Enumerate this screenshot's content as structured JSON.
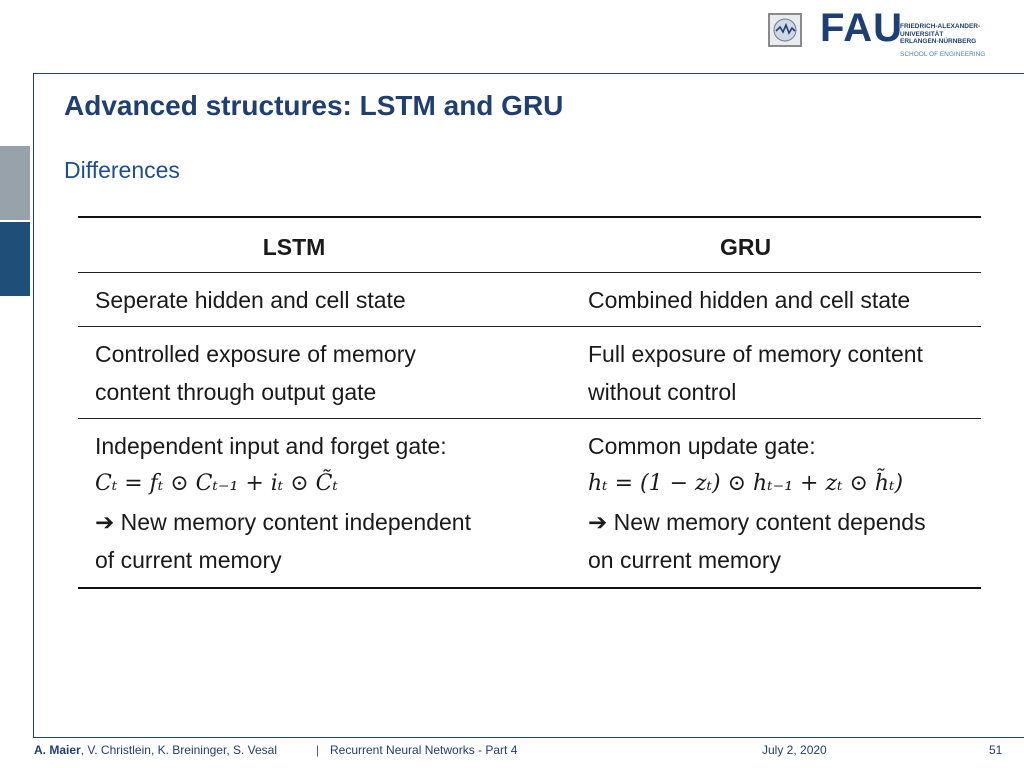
{
  "header": {
    "logo_text": "FAU",
    "university_lines": [
      "FRIEDRICH-ALEXANDER-",
      "UNIVERSITÄT",
      "ERLANGEN-NÜRNBERG"
    ],
    "school": "SCHOOL OF ENGINEERING"
  },
  "slide": {
    "title": "Advanced structures: LSTM and GRU",
    "subtitle": "Differences"
  },
  "table": {
    "headers": [
      "LSTM",
      "GRU"
    ],
    "rows": [
      {
        "lstm": [
          "Seperate hidden and cell state"
        ],
        "gru": [
          "Combined hidden and cell state"
        ]
      },
      {
        "lstm": [
          "Controlled exposure of memory",
          "content through output gate"
        ],
        "gru": [
          "Full exposure of memory content",
          "without control"
        ]
      },
      {
        "lstm": [
          "Independent input and forget gate:",
          "Cₜ = fₜ ⊙ Cₜ₋₁ + iₜ ⊙ C̃ₜ",
          "➔ New memory content independent",
          "of current memory"
        ],
        "gru": [
          "Common update gate:",
          "hₜ = (1 − zₜ) ⊙ hₜ₋₁ + zₜ ⊙ h̃ₜ)",
          "➔ New memory content depends",
          "on current memory"
        ]
      }
    ]
  },
  "footer": {
    "authors_bold": "A. Maier",
    "authors_rest": ", V. Christlein, K. Breininger, S. Vesal",
    "separator": "|",
    "topic": "Recurrent Neural Networks - Part 4",
    "date": "July 2, 2020",
    "page": "51"
  },
  "colors": {
    "primary": "#1f3e72",
    "accent": "#1f4e79",
    "side_gray": "#98a2ab"
  }
}
